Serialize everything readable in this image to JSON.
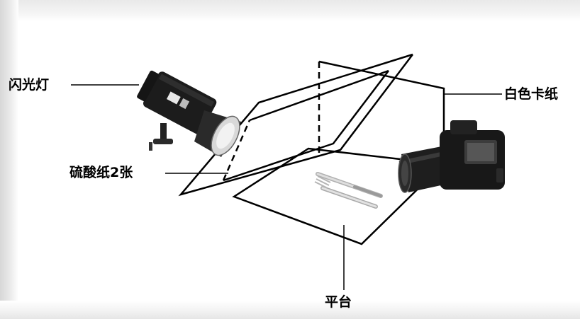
{
  "labels": {
    "flash_light": "闪光灯",
    "white_card": "白色卡纸",
    "tracing_paper": "硫酸纸2张",
    "platform": "平台"
  },
  "colors": {
    "line": "#000000",
    "background": "#ffffff",
    "flash_body": "#1c1c1c",
    "reflector": "#d8d8d8",
    "camera_body": "#181818",
    "cutlery": "#c9c9c9"
  },
  "icons": {
    "flash": "studio-flash-icon",
    "camera": "dslr-camera-icon",
    "fork": "fork-icon",
    "knife": "knife-icon"
  }
}
